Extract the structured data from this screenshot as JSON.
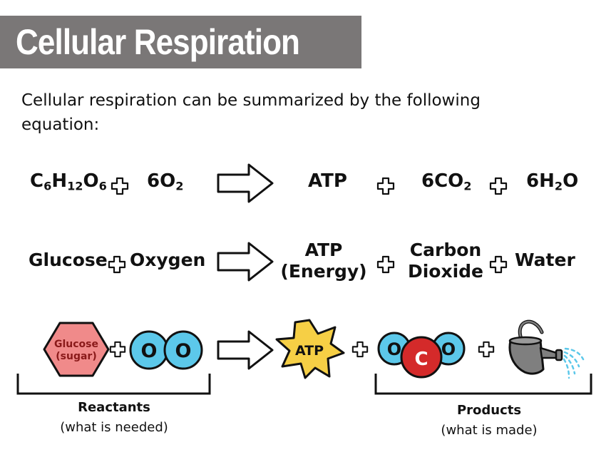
{
  "title": "Cellular Respiration",
  "intro": "Cellular respiration can be summarized by the following equation:",
  "plus": "+",
  "formula": {
    "glucose": {
      "main": [
        "C",
        "H",
        "O"
      ],
      "subs": [
        "6",
        "12",
        "6"
      ]
    },
    "oxygen": {
      "coef": "6O",
      "sub": "2"
    },
    "atp": "ATP",
    "carbon_dioxide": {
      "coef": "6CO",
      "sub": "2"
    },
    "water": {
      "a": "6H",
      "sub": "2",
      "b": "O"
    }
  },
  "words": {
    "glucose": "Glucose",
    "oxygen": "Oxygen",
    "atp_line1": "ATP",
    "atp_line2": "(Energy)",
    "co2_line1": "Carbon",
    "co2_line2": "Dioxide",
    "water": "Water"
  },
  "pictures": {
    "glucose_line1": "Glucose",
    "glucose_line2": "(sugar)",
    "oxygen_atom": "O",
    "atp_star": "ATP",
    "carbon_atom": "C"
  },
  "brackets": {
    "reactants": {
      "label": "Reactants",
      "sub": "(what is needed)"
    },
    "products": {
      "label": "Products",
      "sub": "(what is made)"
    }
  },
  "colors": {
    "title_bg": "#7a7777",
    "glucose_fill": "#f08a8a",
    "glucose_text": "#8a1a1a",
    "oxygen_fill": "#5cc8ea",
    "atp_fill": "#f6cf45",
    "carbon_fill": "#d42a2a",
    "water_drops": "#5cc8ea",
    "can_fill": "#7f7f7f"
  }
}
